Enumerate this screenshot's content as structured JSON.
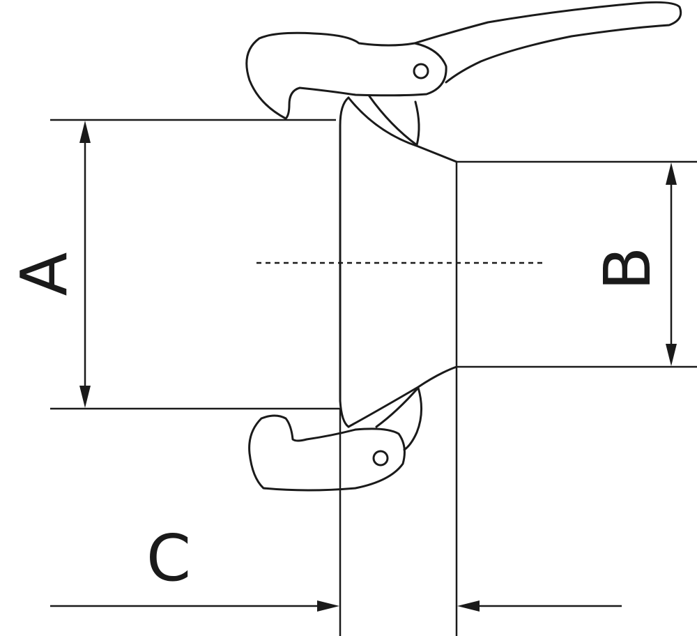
{
  "diagram": {
    "dimensions": [
      {
        "id": "A",
        "label": "A"
      },
      {
        "id": "B",
        "label": "B"
      },
      {
        "id": "C",
        "label": "C"
      }
    ],
    "colors": {
      "line": "#1a1a1a",
      "background": "#ffffff"
    }
  }
}
